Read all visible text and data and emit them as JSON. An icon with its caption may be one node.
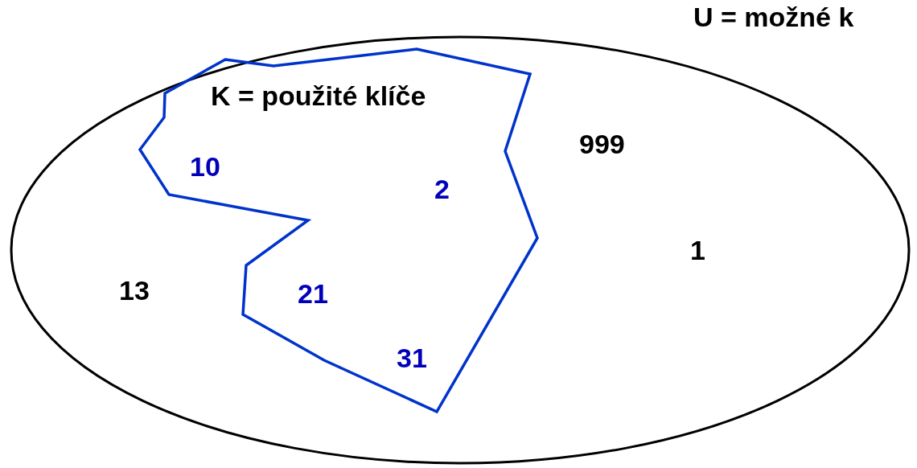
{
  "diagram": {
    "nodes": [
      {
        "text": [
          "U = možné k",
          "999",
          "1",
          "13"
        ]
      },
      {
        "text": [
          "K = použité klíče",
          "10",
          "2",
          "21",
          "31"
        ],
        "in": 0
      }
    ]
  }
}
